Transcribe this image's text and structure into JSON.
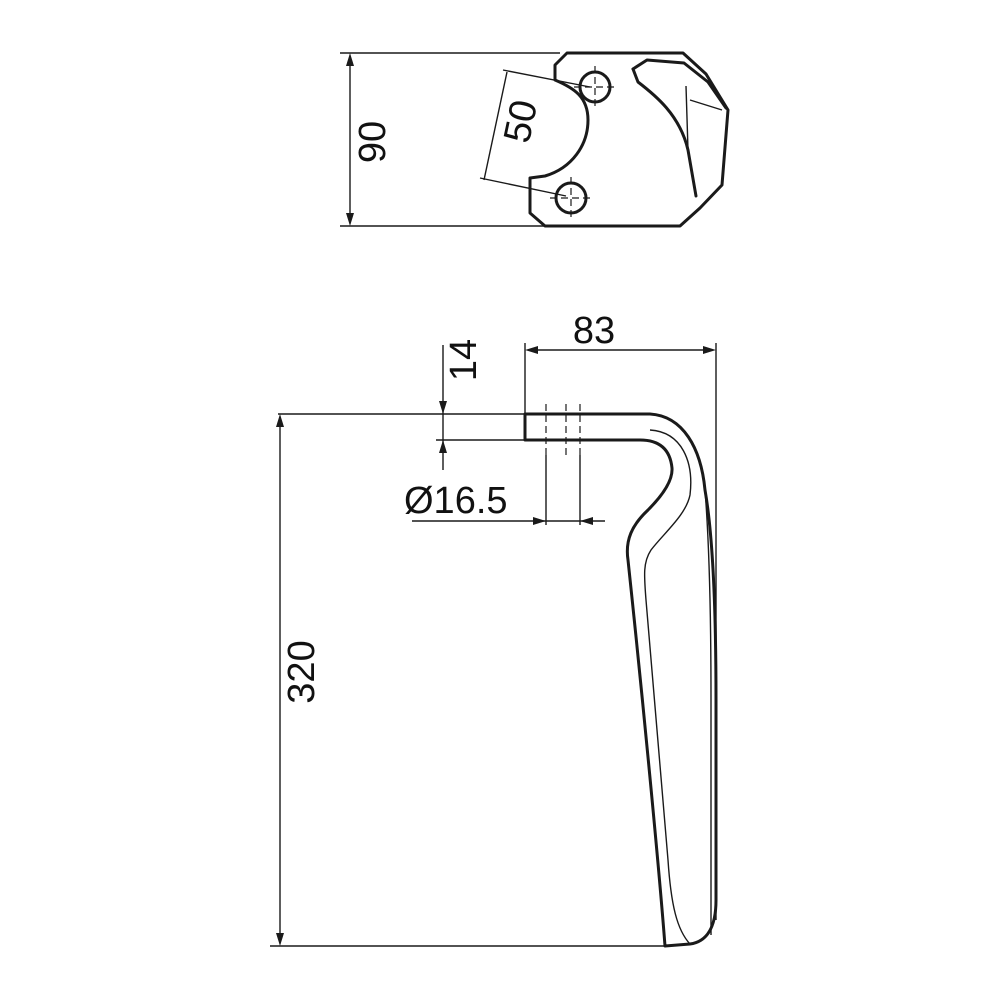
{
  "dimensions": {
    "width_83": "83",
    "height_90": "90",
    "hole_spacing_50": "50",
    "thickness_14": "14",
    "hole_diameter": "Ø16.5",
    "length_320": "320"
  },
  "colors": {
    "line": "#1a1a1a",
    "background": "#ffffff"
  }
}
